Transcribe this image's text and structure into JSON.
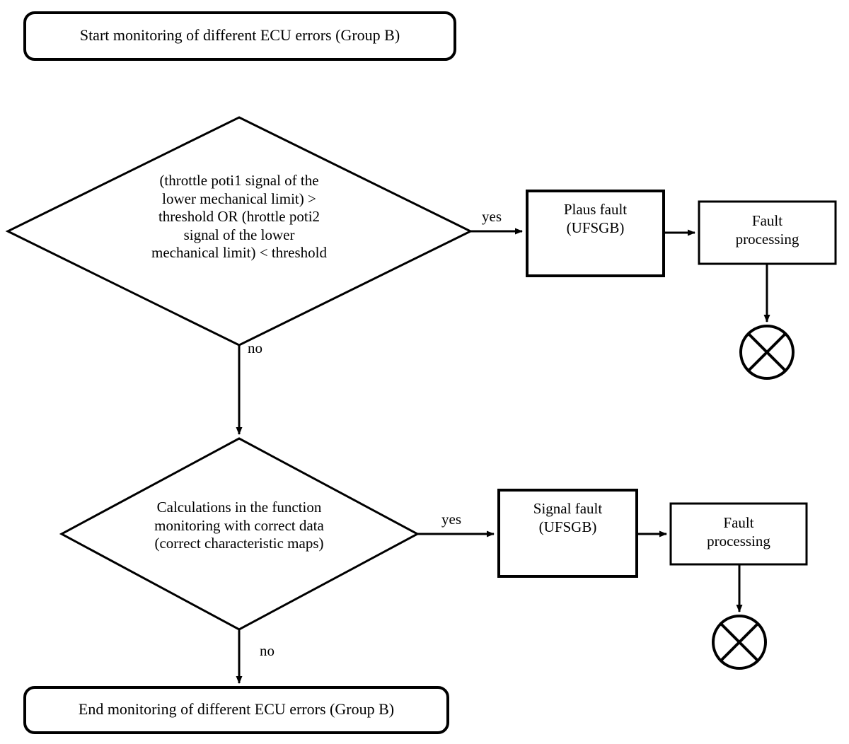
{
  "diagram": {
    "title": "ECU error monitoring flowchart (Group B)",
    "stroke_color": "#000000",
    "fill_color": "#ffffff",
    "background": "#ffffff"
  },
  "nodes": {
    "start": {
      "label": "Start monitoring of different ECU errors (Group B)",
      "shape": "rounded-rectangle"
    },
    "decision1": {
      "label": "(throttle poti1 signal of the\nlower mechanical limit) >\nthreshold OR (hrottle poti2\nsignal of the lower\nmechanical limit) < threshold",
      "shape": "diamond"
    },
    "plaus_fault": {
      "label": "Plaus fault\n(UFSGB)",
      "shape": "rectangle"
    },
    "fault_processing_1": {
      "label": "Fault\nprocessing",
      "shape": "rectangle"
    },
    "exit1": {
      "label": "",
      "shape": "circle-cross"
    },
    "decision2": {
      "label": "Calculations in the function\nmonitoring with correct data\n(correct characteristic maps)",
      "shape": "diamond"
    },
    "signal_fault": {
      "label": "Signal fault\n(UFSGB)",
      "shape": "rectangle"
    },
    "fault_processing_2": {
      "label": "Fault\nprocessing",
      "shape": "rectangle"
    },
    "exit2": {
      "label": "",
      "shape": "circle-cross"
    },
    "end": {
      "label": "End monitoring of different ECU errors (Group B)",
      "shape": "rounded-rectangle"
    }
  },
  "edges": {
    "d1_yes": {
      "label": "yes",
      "from": "decision1",
      "to": "plaus_fault"
    },
    "d1_no": {
      "label": "no",
      "from": "decision1",
      "to": "decision2"
    },
    "plaus_to_fp1": {
      "label": "",
      "from": "plaus_fault",
      "to": "fault_processing_1"
    },
    "fp1_to_exit": {
      "label": "",
      "from": "fault_processing_1",
      "to": "exit1"
    },
    "d2_yes": {
      "label": "yes",
      "from": "decision2",
      "to": "signal_fault"
    },
    "d2_no": {
      "label": "no",
      "from": "decision2",
      "to": "end"
    },
    "signal_to_fp2": {
      "label": "",
      "from": "signal_fault",
      "to": "fault_processing_2"
    },
    "fp2_to_exit": {
      "label": "",
      "from": "fault_processing_2",
      "to": "exit2"
    }
  }
}
